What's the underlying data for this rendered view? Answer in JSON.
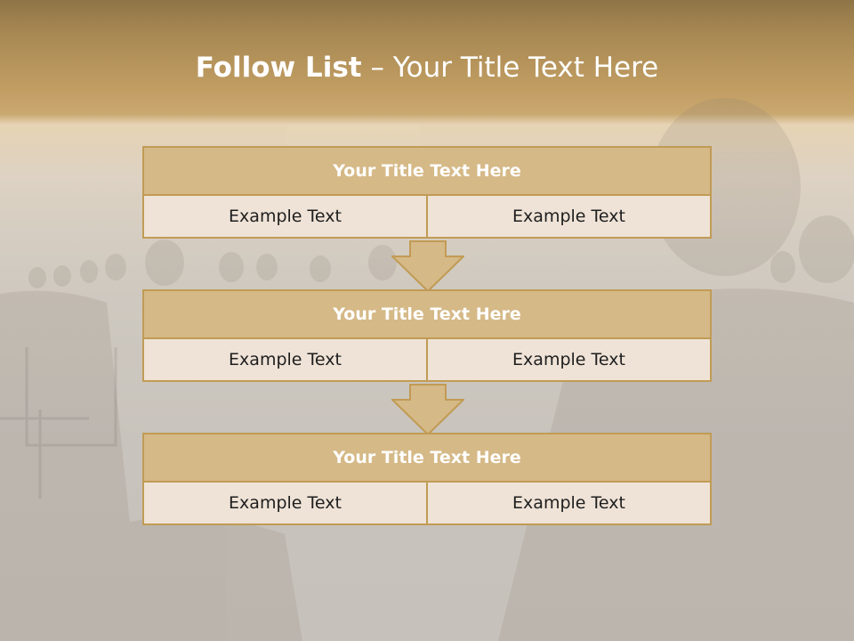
{
  "slide": {
    "title_bold": "Follow List",
    "title_rest": " – Your Title Text Here"
  },
  "blocks": [
    {
      "title": "Your Title Text Here",
      "left": "Example Text",
      "right": "Example Text"
    },
    {
      "title": "Your Title Text Here",
      "left": "Example Text",
      "right": "Example Text"
    },
    {
      "title": "Your Title Text Here",
      "left": "Example Text",
      "right": "Example Text"
    }
  ],
  "colors": {
    "header_fill": "#d5b987",
    "border": "#c19b55",
    "cell_fill": "#efe3d7"
  }
}
